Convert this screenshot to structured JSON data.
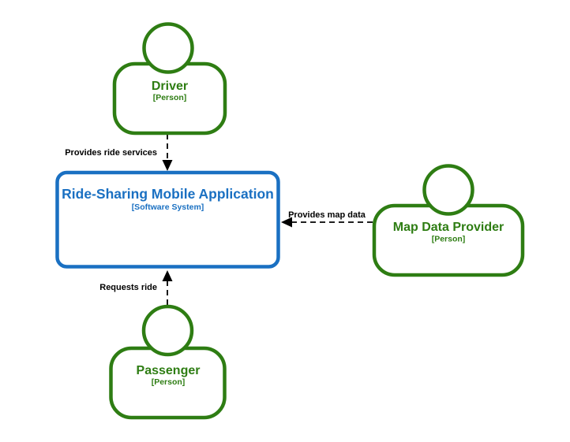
{
  "diagram": {
    "type": "c4-context-diagram",
    "nodes": [
      {
        "id": "driver",
        "label": "Driver",
        "sublabel": "[Person]",
        "kind": "Person"
      },
      {
        "id": "ride-sharing-app",
        "label": "Ride-Sharing Mobile Application",
        "sublabel": "[Software System]",
        "kind": "Software System"
      },
      {
        "id": "map-data-provider",
        "label": "Map Data Provider",
        "sublabel": "[Person]",
        "kind": "Person"
      },
      {
        "id": "passenger",
        "label": "Passenger",
        "sublabel": "[Person]",
        "kind": "Person"
      }
    ],
    "edges": [
      {
        "from": "driver",
        "to": "ride-sharing-app",
        "label": "Provides ride services",
        "style": "dashed-arrow"
      },
      {
        "from": "map-data-provider",
        "to": "ride-sharing-app",
        "label": "Provides map data",
        "style": "dashed-arrow"
      },
      {
        "from": "passenger",
        "to": "ride-sharing-app",
        "label": "Requests ride",
        "style": "dashed-arrow"
      }
    ]
  },
  "colors": {
    "person-green": "#2e7d13",
    "system-blue": "#1a70c2",
    "edge-black": "#000000",
    "bg": "#ffffff"
  }
}
